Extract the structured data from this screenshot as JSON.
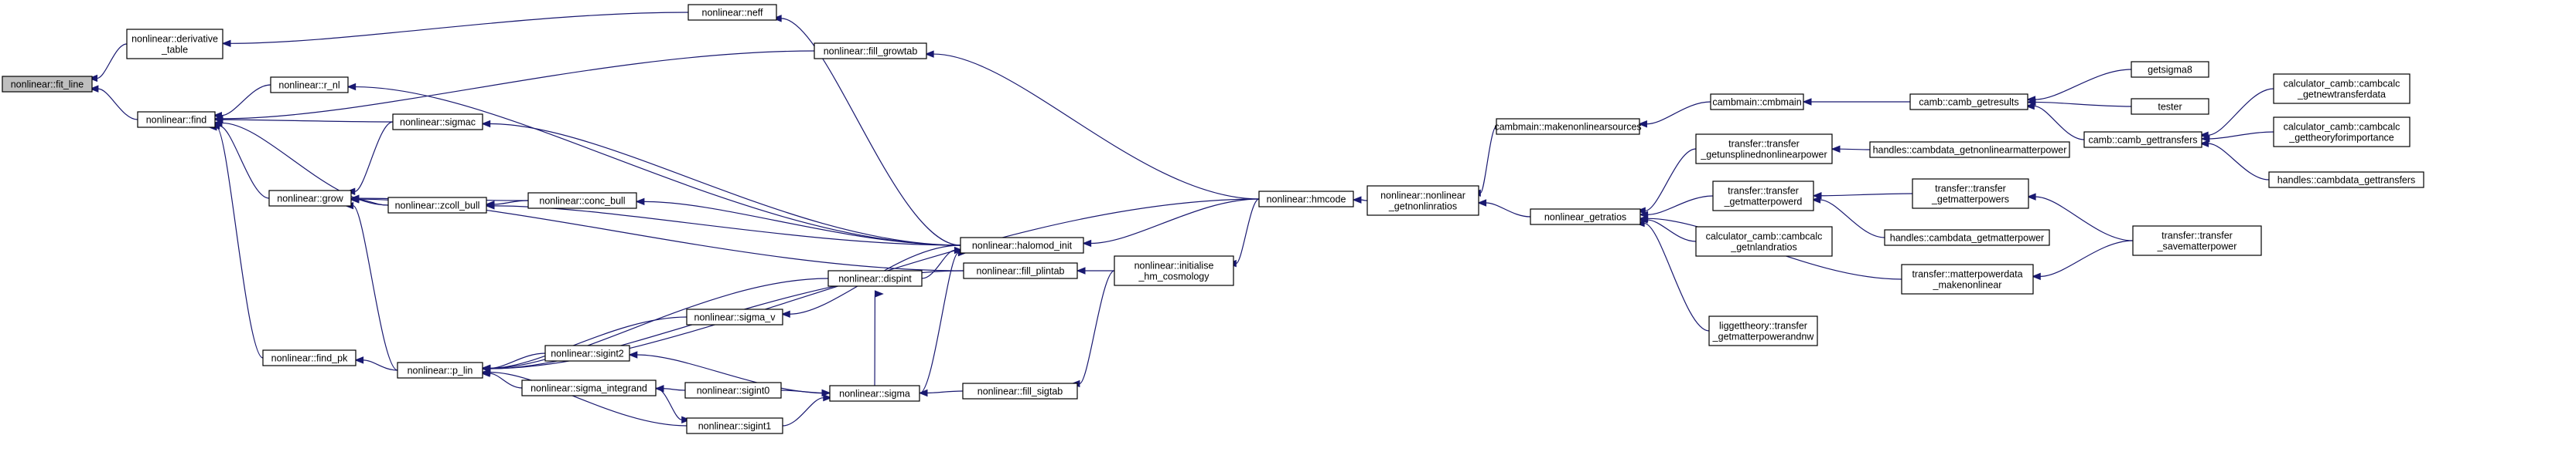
{
  "colors": {
    "edge": "#191970",
    "node_border": "#000000",
    "node_fill": "#ffffff",
    "root_fill": "#bfbfbf",
    "background": "#ffffff"
  },
  "nodes": [
    {
      "id": "fit_line",
      "lines": [
        "nonlinear::fit_line"
      ],
      "highlight": true
    },
    {
      "id": "derivative_table",
      "lines": [
        "nonlinear::derivative",
        "_table"
      ]
    },
    {
      "id": "find",
      "lines": [
        "nonlinear::find"
      ]
    },
    {
      "id": "neff",
      "lines": [
        "nonlinear::neff"
      ]
    },
    {
      "id": "fill_growtab",
      "lines": [
        "nonlinear::fill_growtab"
      ]
    },
    {
      "id": "r_nl",
      "lines": [
        "nonlinear::r_nl"
      ]
    },
    {
      "id": "sigmac",
      "lines": [
        "nonlinear::sigmac"
      ]
    },
    {
      "id": "zcoll_bull",
      "lines": [
        "nonlinear::zcoll_bull"
      ]
    },
    {
      "id": "conc_bull",
      "lines": [
        "nonlinear::conc_bull"
      ]
    },
    {
      "id": "grow",
      "lines": [
        "nonlinear::grow"
      ]
    },
    {
      "id": "halomod_init",
      "lines": [
        "nonlinear::halomod_init"
      ]
    },
    {
      "id": "dispint",
      "lines": [
        "nonlinear::dispint"
      ]
    },
    {
      "id": "fill_plintab",
      "lines": [
        "nonlinear::fill_plintab"
      ]
    },
    {
      "id": "find_pk",
      "lines": [
        "nonlinear::find_pk"
      ]
    },
    {
      "id": "p_lin",
      "lines": [
        "nonlinear::p_lin"
      ]
    },
    {
      "id": "sigma_v",
      "lines": [
        "nonlinear::sigma_v"
      ]
    },
    {
      "id": "sigint2",
      "lines": [
        "nonlinear::sigint2"
      ]
    },
    {
      "id": "sigma",
      "lines": [
        "nonlinear::sigma"
      ]
    },
    {
      "id": "fill_sigtab",
      "lines": [
        "nonlinear::fill_sigtab"
      ]
    },
    {
      "id": "sigma_integrand",
      "lines": [
        "nonlinear::sigma_integrand"
      ]
    },
    {
      "id": "sigint0",
      "lines": [
        "nonlinear::sigint0"
      ]
    },
    {
      "id": "sigint1",
      "lines": [
        "nonlinear::sigint1"
      ]
    },
    {
      "id": "initialise_hm_cosmology",
      "lines": [
        "nonlinear::initialise",
        "_hm_cosmology"
      ]
    },
    {
      "id": "hmcode",
      "lines": [
        "nonlinear::hmcode"
      ]
    },
    {
      "id": "nonlinear_getnonlinratios",
      "lines": [
        "nonlinear::nonlinear",
        "_getnonlinratios"
      ]
    },
    {
      "id": "makenonlinearsources",
      "lines": [
        "cambmain::makenonlinearsources"
      ]
    },
    {
      "id": "getratios",
      "lines": [
        "nonlinear_getratios"
      ]
    },
    {
      "id": "cmbmain",
      "lines": [
        "cambmain::cmbmain"
      ]
    },
    {
      "id": "transfer_getunsplined",
      "lines": [
        "transfer::transfer",
        "_getunsplinednonlinearpower"
      ]
    },
    {
      "id": "transfer_getmatterpowerd",
      "lines": [
        "transfer::transfer",
        "_getmatterpowerd"
      ]
    },
    {
      "id": "calc_getnlandratios",
      "lines": [
        "calculator_camb::cambcalc",
        "_getnlandratios"
      ]
    },
    {
      "id": "matterpowerdata_makenonlinear",
      "lines": [
        "transfer::matterpowerdata",
        "_makenonlinear"
      ]
    },
    {
      "id": "liggettheory",
      "lines": [
        "liggettheory::transfer",
        "_getmatterpowerandnw"
      ]
    },
    {
      "id": "camb_getresults",
      "lines": [
        "camb::camb_getresults"
      ]
    },
    {
      "id": "handles_getnonlinearmatterpower",
      "lines": [
        "handles::cambdata_getnonlinearmatterpower"
      ]
    },
    {
      "id": "transfer_getmatterpowers",
      "lines": [
        "transfer::transfer",
        "_getmatterpowers"
      ]
    },
    {
      "id": "handles_getmatterpower",
      "lines": [
        "handles::cambdata_getmatterpower"
      ]
    },
    {
      "id": "getsigma8",
      "lines": [
        "getsigma8"
      ]
    },
    {
      "id": "tester",
      "lines": [
        "tester"
      ]
    },
    {
      "id": "camb_gettransfers",
      "lines": [
        "camb::camb_gettransfers"
      ]
    },
    {
      "id": "transfer_savematterpower",
      "lines": [
        "transfer::transfer",
        "_savematterpower"
      ]
    },
    {
      "id": "calc_getnewtransferdata",
      "lines": [
        "calculator_camb::cambcalc",
        "_getnewtransferdata"
      ]
    },
    {
      "id": "calc_gettheoryforimportance",
      "lines": [
        "calculator_camb::cambcalc",
        "_gettheoryforimportance"
      ]
    },
    {
      "id": "handles_gettransfers",
      "lines": [
        "handles::cambdata_gettransfers"
      ]
    }
  ],
  "edges": [
    [
      "derivative_table",
      "fit_line"
    ],
    [
      "find",
      "fit_line"
    ],
    [
      "neff",
      "derivative_table"
    ],
    [
      "fill_growtab",
      "find"
    ],
    [
      "r_nl",
      "find"
    ],
    [
      "sigmac",
      "find"
    ],
    [
      "zcoll_bull",
      "find"
    ],
    [
      "grow",
      "find"
    ],
    [
      "find_pk",
      "find"
    ],
    [
      "halomod_init",
      "neff"
    ],
    [
      "halomod_init",
      "r_nl"
    ],
    [
      "halomod_init",
      "sigmac"
    ],
    [
      "halomod_init",
      "zcoll_bull"
    ],
    [
      "conc_bull",
      "zcoll_bull"
    ],
    [
      "sigmac",
      "grow"
    ],
    [
      "zcoll_bull",
      "grow"
    ],
    [
      "conc_bull",
      "grow"
    ],
    [
      "halomod_init",
      "conc_bull"
    ],
    [
      "fill_plintab",
      "grow"
    ],
    [
      "p_lin",
      "grow"
    ],
    [
      "hmcode",
      "halomod_init"
    ],
    [
      "hmcode",
      "fill_growtab"
    ],
    [
      "dispint",
      "halomod_init"
    ],
    [
      "sigma",
      "halomod_init"
    ],
    [
      "p_lin",
      "find_pk"
    ],
    [
      "dispint",
      "p_lin"
    ],
    [
      "fill_plintab",
      "p_lin"
    ],
    [
      "sigma_v",
      "p_lin"
    ],
    [
      "sigint2",
      "p_lin"
    ],
    [
      "sigma_integrand",
      "p_lin"
    ],
    [
      "sigint1",
      "p_lin"
    ],
    [
      "hmcode",
      "p_lin"
    ],
    [
      "halomod_init",
      "sigma_v"
    ],
    [
      "sigma",
      "sigint2"
    ],
    [
      "sigma",
      "dispint"
    ],
    [
      "fill_sigtab",
      "sigma"
    ],
    [
      "sigint0",
      "sigma"
    ],
    [
      "sigint1",
      "sigma"
    ],
    [
      "sigint0",
      "sigma_integrand"
    ],
    [
      "sigma_integrand",
      "sigint1"
    ],
    [
      "initialise_hm_cosmology",
      "fill_plintab"
    ],
    [
      "initialise_hm_cosmology",
      "fill_sigtab"
    ],
    [
      "hmcode",
      "initialise_hm_cosmology"
    ],
    [
      "nonlinear_getnonlinratios",
      "hmcode"
    ],
    [
      "makenonlinearsources",
      "nonlinear_getnonlinratios"
    ],
    [
      "getratios",
      "nonlinear_getnonlinratios"
    ],
    [
      "cmbmain",
      "makenonlinearsources"
    ],
    [
      "transfer_getunsplined",
      "getratios"
    ],
    [
      "transfer_getmatterpowerd",
      "getratios"
    ],
    [
      "calc_getnlandratios",
      "getratios"
    ],
    [
      "matterpowerdata_makenonlinear",
      "getratios"
    ],
    [
      "liggettheory",
      "getratios"
    ],
    [
      "camb_getresults",
      "cmbmain"
    ],
    [
      "handles_getnonlinearmatterpower",
      "transfer_getunsplined"
    ],
    [
      "transfer_getmatterpowers",
      "transfer_getmatterpowerd"
    ],
    [
      "handles_getmatterpower",
      "transfer_getmatterpowerd"
    ],
    [
      "transfer_savematterpower",
      "matterpowerdata_makenonlinear"
    ],
    [
      "getsigma8",
      "camb_getresults"
    ],
    [
      "tester",
      "camb_getresults"
    ],
    [
      "camb_gettransfers",
      "camb_getresults"
    ],
    [
      "transfer_savematterpower",
      "transfer_getmatterpowers"
    ],
    [
      "calc_getnewtransferdata",
      "camb_gettransfers"
    ],
    [
      "calc_gettheoryforimportance",
      "camb_gettransfers"
    ],
    [
      "handles_gettransfers",
      "camb_gettransfers"
    ]
  ]
}
